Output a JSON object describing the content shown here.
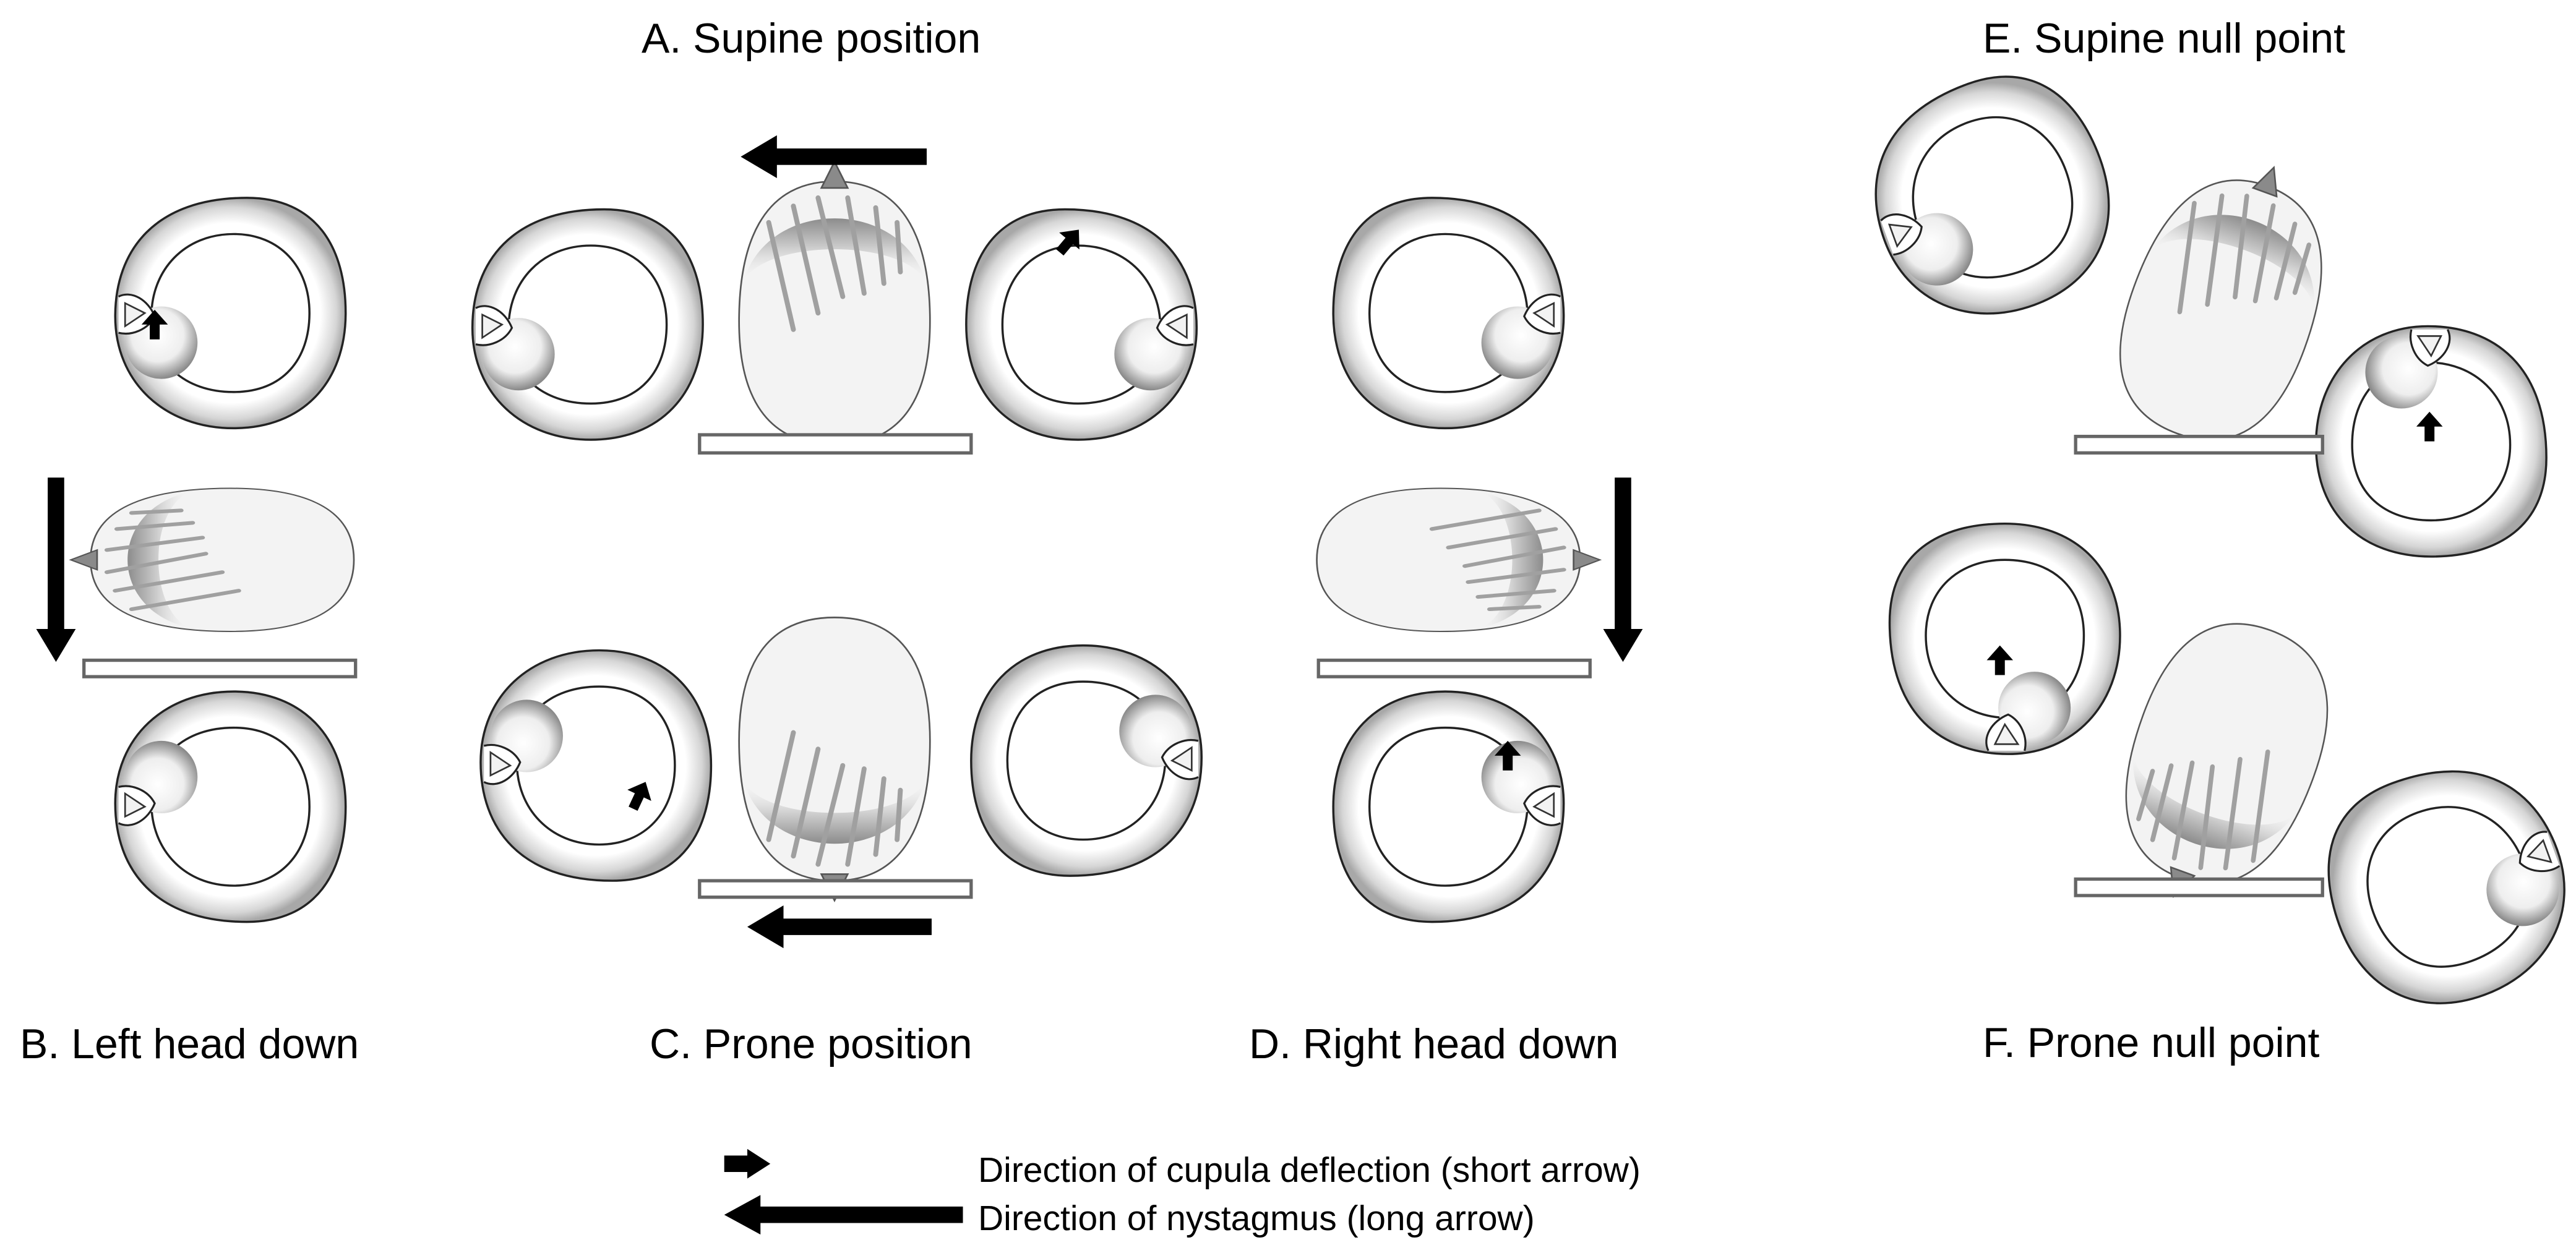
{
  "panels": {
    "a": "A. Supine position",
    "b": "B. Left head down",
    "c": "C. Prone position",
    "d": "D. Right head down",
    "e": "E. Supine null point",
    "f": "F. Prone null point"
  },
  "legend": {
    "short_arrow": "Direction of cupula deflection (short arrow)",
    "long_arrow": "Direction of nystagmus (long arrow)"
  },
  "colors": {
    "ink": "#000000",
    "head_fill": "#f3f3f3",
    "canal_shade": "#b5b5b5",
    "table_stroke": "#666666"
  },
  "icons": {
    "short_arrow": "short-arrow-icon",
    "long_arrow": "long-arrow-icon"
  }
}
